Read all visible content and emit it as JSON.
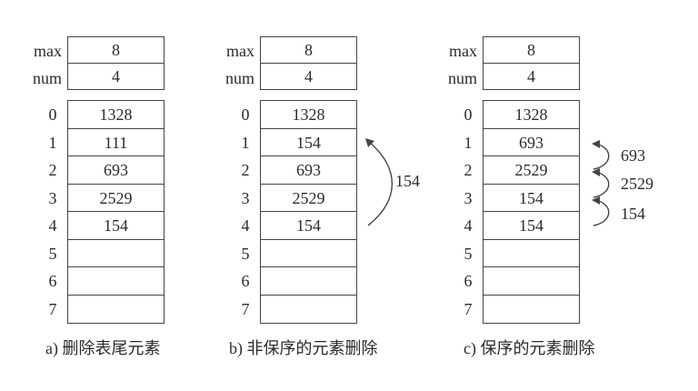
{
  "labels": {
    "max": "max",
    "num": "num"
  },
  "indices": [
    "0",
    "1",
    "2",
    "3",
    "4",
    "5",
    "6",
    "7"
  ],
  "panels": [
    {
      "max": "8",
      "num": "4",
      "cells": [
        "1328",
        "111",
        "693",
        "2529",
        "154",
        "",
        "",
        ""
      ],
      "caption": "a) 删除表尾元素"
    },
    {
      "max": "8",
      "num": "4",
      "cells": [
        "1328",
        "154",
        "693",
        "2529",
        "154",
        "",
        "",
        ""
      ],
      "caption": "b) 非保序的元素删除",
      "arrow_label": "154"
    },
    {
      "max": "8",
      "num": "4",
      "cells": [
        "1328",
        "693",
        "2529",
        "154",
        "154",
        "",
        "",
        ""
      ],
      "caption": "c) 保序的元素删除",
      "arrow_labels": [
        "693",
        "2529",
        "154"
      ]
    }
  ]
}
